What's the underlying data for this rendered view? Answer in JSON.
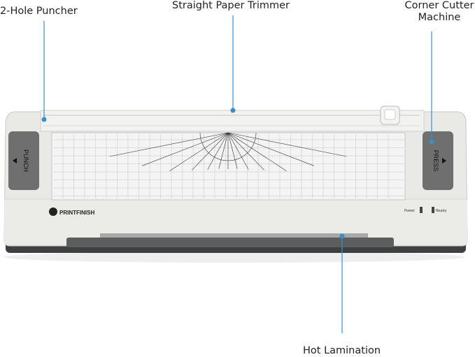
{
  "callouts": {
    "puncher": "2-Hole Puncher",
    "trimmer": "Straight Paper Trimmer",
    "corner_cutter_line1": "Corner Cutter",
    "corner_cutter_line2": "Machine",
    "lamination": "Hot Lamination"
  },
  "device": {
    "brand": "PRINTFINISH",
    "left_button": "PUNCH",
    "right_button": "PRESS",
    "indicator_power": "Power",
    "indicator_ready": "Ready"
  },
  "colors": {
    "callout_line": "#3a8fc4",
    "body": "#e6e6e3",
    "pad": "#6e6e6e",
    "tray": "#4a4b4d"
  }
}
